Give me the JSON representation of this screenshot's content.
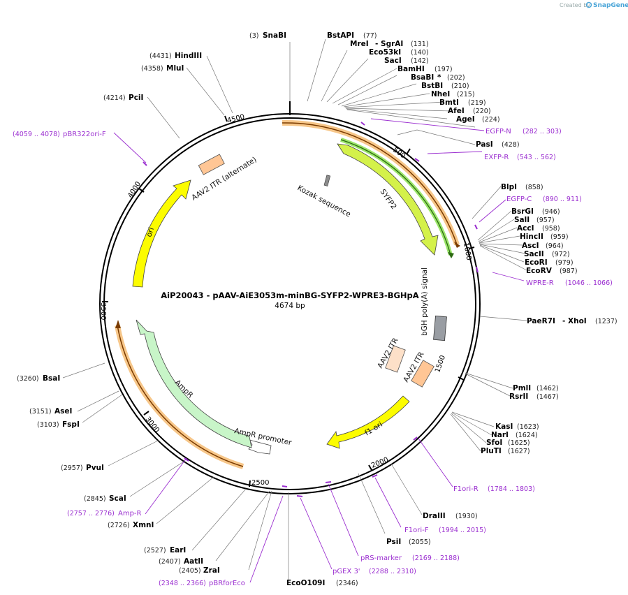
{
  "branding": {
    "created_by": "Created by",
    "product": "SnapGene"
  },
  "plasmid": {
    "name": "AiP20043 - pAAV-AiE3053m-minBG-SYFP2-WPRE3-BGHpA",
    "size": "4674 bp"
  },
  "ruler": [
    "500",
    "1000",
    "1500",
    "2000",
    "2500",
    "3000",
    "3500",
    "4000",
    "4500"
  ],
  "features": [
    {
      "label": "SYFP2"
    },
    {
      "label": "Kozak sequence"
    },
    {
      "label": "bGH poly(A) signal"
    },
    {
      "label": "AAV2 ITR"
    },
    {
      "label": "AAV2 ITR"
    },
    {
      "label": "f1 ori"
    },
    {
      "label": "AmpR promoter"
    },
    {
      "label": "AmpR"
    },
    {
      "label": "ori"
    },
    {
      "label": "AAV2 ITR (alternate)"
    }
  ],
  "enzymes": [
    {
      "pos": "(3)",
      "name": "SnaBI"
    },
    {
      "name": "BstAPI",
      "pos": "(77)"
    },
    {
      "name": "MreI",
      "extra": "- SgrAI",
      "pos": "(131)"
    },
    {
      "name": "Eco53kI",
      "pos": "(140)"
    },
    {
      "name": "SacI",
      "pos": "(142)"
    },
    {
      "name": "BamHI",
      "pos": "(197)"
    },
    {
      "name": "BsaBI",
      "extra": "*",
      "pos": "(202)"
    },
    {
      "name": "BstBI",
      "pos": "(210)"
    },
    {
      "name": "NheI",
      "pos": "(215)"
    },
    {
      "name": "BmtI",
      "pos": "(219)"
    },
    {
      "name": "AfeI",
      "pos": "(220)"
    },
    {
      "name": "AgeI",
      "pos": "(224)"
    },
    {
      "name": "PasI",
      "pos": "(428)"
    },
    {
      "name": "BlpI",
      "pos": "(858)"
    },
    {
      "name": "BsrGI",
      "pos": "(946)"
    },
    {
      "name": "SalI",
      "pos": "(957)"
    },
    {
      "name": "AccI",
      "pos": "(958)"
    },
    {
      "name": "HincII",
      "pos": "(959)"
    },
    {
      "name": "AscI",
      "pos": "(964)"
    },
    {
      "name": "SacII",
      "pos": "(972)"
    },
    {
      "name": "EcoRI",
      "pos": "(979)"
    },
    {
      "name": "EcoRV",
      "pos": "(987)"
    },
    {
      "name": "PaeR7I",
      "extra": "- XhoI",
      "pos": "(1237)"
    },
    {
      "name": "PmlI",
      "pos": "(1462)"
    },
    {
      "name": "RsrII",
      "pos": "(1467)"
    },
    {
      "name": "KasI",
      "pos": "(1623)"
    },
    {
      "name": "NarI",
      "pos": "(1624)"
    },
    {
      "name": "SfoI",
      "pos": "(1625)"
    },
    {
      "name": "PluTI",
      "pos": "(1627)"
    },
    {
      "name": "DraIII",
      "pos": "(1930)"
    },
    {
      "name": "PsiI",
      "pos": "(2055)"
    },
    {
      "name": "EcoO109I",
      "pos": "(2346)"
    },
    {
      "pos": "(2405)",
      "name": "ZraI"
    },
    {
      "pos": "(2407)",
      "name": "AatII"
    },
    {
      "pos": "(2527)",
      "name": "EarI"
    },
    {
      "pos": "(2726)",
      "name": "XmnI"
    },
    {
      "pos": "(2845)",
      "name": "ScaI"
    },
    {
      "pos": "(2957)",
      "name": "PvuI"
    },
    {
      "pos": "(3103)",
      "name": "FspI"
    },
    {
      "pos": "(3151)",
      "name": "AseI"
    },
    {
      "pos": "(3260)",
      "name": "BsaI"
    },
    {
      "pos": "(4214)",
      "name": "PciI"
    },
    {
      "pos": "(4358)",
      "name": "MluI"
    },
    {
      "pos": "(4431)",
      "name": "HindIII"
    }
  ],
  "primers": [
    {
      "name": "EGFP-N",
      "pos": "(282 .. 303)"
    },
    {
      "name": "EXFP-R",
      "pos": "(543 .. 562)"
    },
    {
      "name": "EGFP-C",
      "pos": "(890 .. 911)"
    },
    {
      "name": "WPRE-R",
      "pos": "(1046 .. 1066)"
    },
    {
      "name": "F1ori-R",
      "pos": "(1784 .. 1803)"
    },
    {
      "name": "F1ori-F",
      "pos": "(1994 .. 2015)"
    },
    {
      "name": "pRS-marker",
      "pos": "(2169 .. 2188)"
    },
    {
      "name": "pGEX 3'",
      "pos": "(2288 .. 2310)"
    },
    {
      "name": "pBRforEco",
      "pos": "(2348 .. 2366)"
    },
    {
      "name": "Amp-R",
      "pos": "(2757 .. 2776)"
    },
    {
      "name": "pBR322ori-F",
      "pos": "(4059 .. 4078)"
    }
  ]
}
